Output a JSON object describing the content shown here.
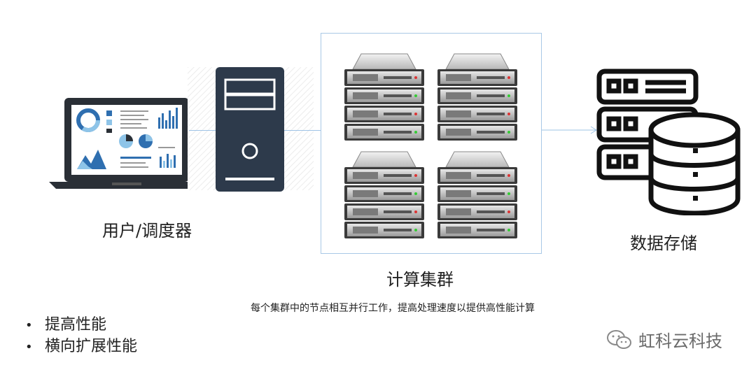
{
  "nodes": {
    "user_scheduler": "用户/调度器",
    "compute_cluster": "计算集群",
    "data_storage": "数据存储"
  },
  "caption": "每个集群中的节点相互并行工作，提高处理速度以提供高性能计算",
  "bullets": [
    "提高性能",
    "横向扩展性能"
  ],
  "watermark": "虹科云科技",
  "colors": {
    "tower": "#2d3a4b",
    "connector": "#9ec3e6",
    "cluster_border": "#a9c8e6",
    "storage_icon": "#111111"
  }
}
